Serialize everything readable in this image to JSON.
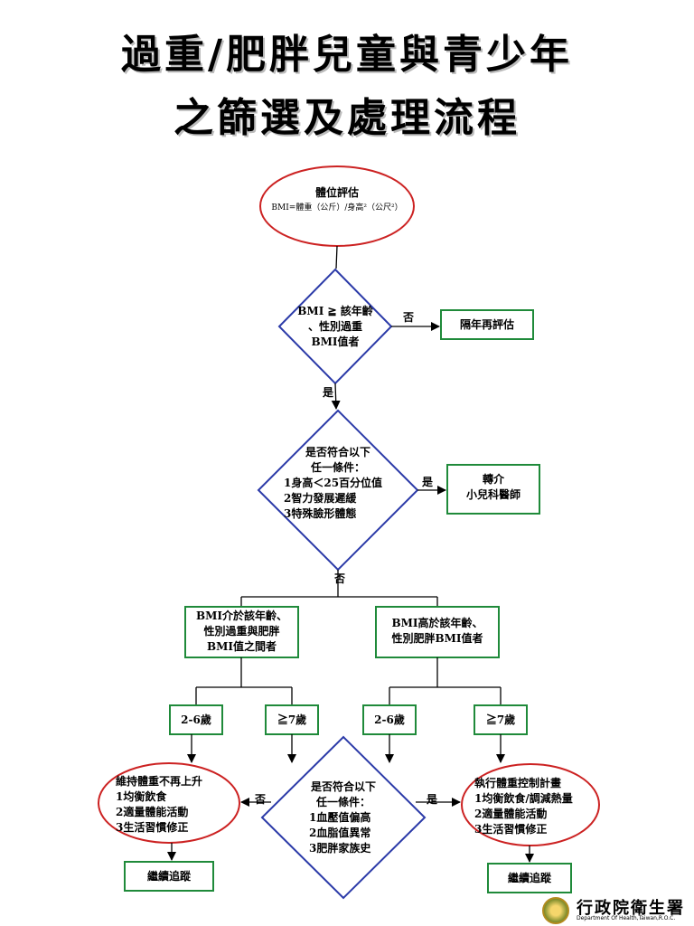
{
  "title": {
    "line1": "過重/肥胖兒童與青少年",
    "line2": "之篩選及處理流程"
  },
  "nodes": {
    "assess": {
      "title": "體位評估",
      "formula": "BMI=體重（公斤）/身高²（公尺²）"
    },
    "decision1": {
      "lines": [
        "BMI ≧ 該年齡",
        "、性別過重",
        "BMI值者"
      ]
    },
    "reassess": {
      "text": "隔年再評估"
    },
    "decision2": {
      "lines": [
        "是否符合以下",
        "任一條件：",
        "1身高＜25百分位值",
        "2智力發展遲緩",
        "3特殊臉形體態"
      ]
    },
    "referral": {
      "lines": [
        "轉介",
        "小兒科醫師"
      ]
    },
    "between": {
      "lines": [
        "BMI介於該年齡、",
        "性別過重與肥胖",
        "BMI值之間者"
      ]
    },
    "above": {
      "lines": [
        "BMI高於該年齡、",
        "性別肥胖BMI值者"
      ]
    },
    "age_l1": {
      "text": "2-6歲"
    },
    "age_l2": {
      "text": "≧7歲"
    },
    "age_r1": {
      "text": "2-6歲"
    },
    "age_r2": {
      "text": "≧7歲"
    },
    "maintain": {
      "lines": [
        "維持體重不再上升",
        "1均衡飲食",
        "2適量體能活動",
        "3生活習慣修正"
      ]
    },
    "decision3": {
      "lines": [
        "是否符合以下",
        "任一條件：",
        "1血壓值偏高",
        "2血脂值異常",
        "3肥胖家族史"
      ]
    },
    "control": {
      "lines": [
        "執行體重控制計畫",
        "1均衡飲食/調減熱量",
        "2適量體能活動",
        "3生活習慣修正"
      ]
    },
    "follow_l": {
      "text": "繼續追蹤"
    },
    "follow_r": {
      "text": "繼續追蹤"
    }
  },
  "edge_labels": {
    "d1_no": "否",
    "d1_yes": "是",
    "d2_yes": "是",
    "d2_no": "否",
    "d3_no": "否",
    "d3_yes": "是"
  },
  "footer": {
    "org": "行政院衛生署",
    "sub": "Department Of Health,Taiwan,R.O.C."
  },
  "colors": {
    "ellipse": "#cc2222",
    "diamond": "#2b3aa8",
    "box": "#1f8a3a",
    "line": "#000000"
  }
}
